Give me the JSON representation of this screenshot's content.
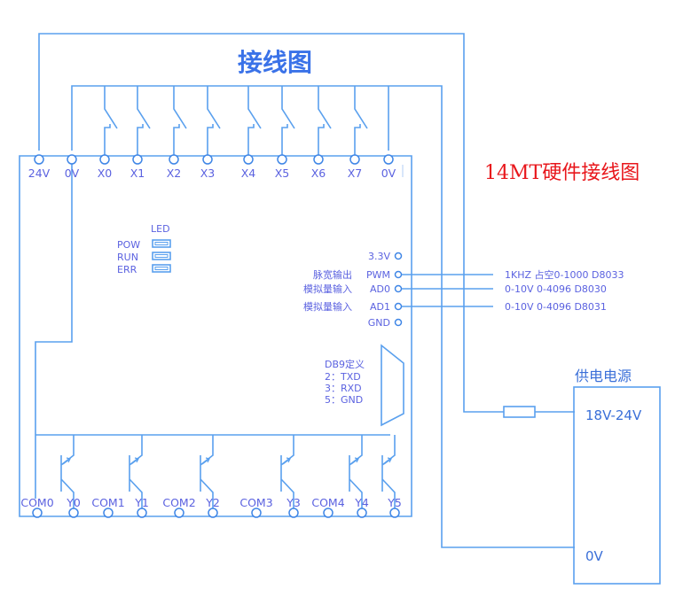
{
  "title": "接线图",
  "subtitle": "14MT硬件接线图",
  "colors": {
    "wire": "#5aa0ee",
    "label": "#5b62e0",
    "title": "#3a72e8",
    "subtitle": "#e8161b"
  },
  "input_terminals": [
    "24V",
    "0V",
    "X0",
    "X1",
    "X2",
    "X3",
    "X4",
    "X5",
    "X6",
    "X7",
    "0V"
  ],
  "led": {
    "header": "LED",
    "items": [
      "POW",
      "RUN",
      "ERR"
    ]
  },
  "io_port": {
    "pins": [
      {
        "name": "3.3V",
        "desc": ""
      },
      {
        "name": "PWM",
        "desc": "脉宽输出"
      },
      {
        "name": "AD0",
        "desc": "模拟量输入"
      },
      {
        "name": "AD1",
        "desc": "模拟量输入"
      },
      {
        "name": "GND",
        "desc": ""
      }
    ],
    "notes": [
      "1KHZ 占空0-1000 D8033",
      "0-10V 0-4096 D8030",
      "0-10V 0-4096 D8031"
    ]
  },
  "db9": {
    "title": "DB9定义",
    "pins": [
      "2：TXD",
      "3：RXD",
      "5：GND"
    ]
  },
  "output_terminals": [
    "COM0",
    "Y0",
    "COM1",
    "Y1",
    "COM2",
    "Y2",
    "COM3",
    "Y3",
    "COM4",
    "Y4",
    "Y5"
  ],
  "power_supply": {
    "title": "供电电源",
    "positive": "18V-24V",
    "negative": "0V"
  },
  "components": {
    "switches": [
      "X0",
      "X1",
      "X2",
      "X3",
      "X4",
      "X5",
      "X6",
      "X7"
    ],
    "transistors": [
      "Y0",
      "Y1",
      "Y2",
      "Y3",
      "Y4",
      "Y5"
    ],
    "fuse": "fuse"
  }
}
